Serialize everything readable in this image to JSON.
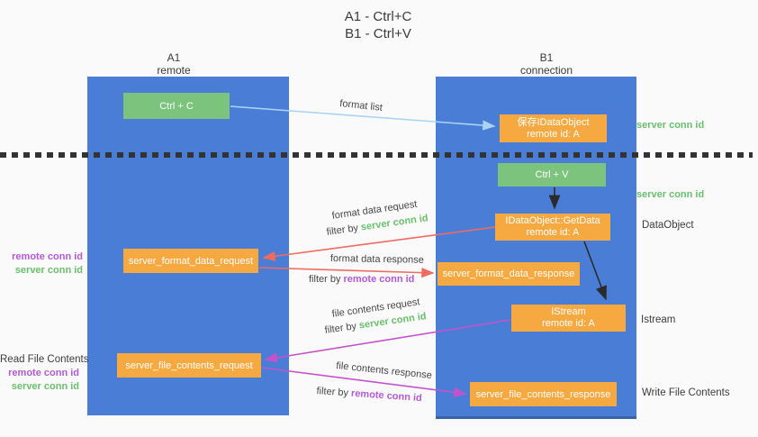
{
  "title": {
    "line1": "A1 - Ctrl+C",
    "line2": "B1 - Ctrl+V"
  },
  "columns": {
    "a1": {
      "title": "A1",
      "subtitle": "remote"
    },
    "b1": {
      "title": "B1",
      "subtitle": "connection"
    }
  },
  "nodes": {
    "ctrl_c": {
      "label": "Ctrl + C"
    },
    "save_dataobject": {
      "line1": "保存IDataObject",
      "line2": "remote id: A"
    },
    "ctrl_v": {
      "label": "Ctrl + V"
    },
    "getdata": {
      "line1": "IDataObject::GetData",
      "line2": "remote id: A"
    },
    "server_format_data_request": {
      "label": "server_format_data_request"
    },
    "server_format_data_response": {
      "label": "server_format_data_response"
    },
    "istream": {
      "line1": "IStream",
      "line2": "remote id: A"
    },
    "server_file_contents_request": {
      "label": "server_file_contents_request"
    },
    "server_file_contents_response": {
      "label": "server_file_contents_response"
    }
  },
  "arrows": {
    "format_list": {
      "label": "format list",
      "color": "#a9d4f5"
    },
    "format_data_request": {
      "label": "format data request",
      "filter_prefix": "filter by",
      "filter_id": "server conn id",
      "color": "#ef6b60"
    },
    "format_data_response": {
      "label": "format data response",
      "filter_prefix": "filter by",
      "filter_id": "remote conn id",
      "color": "#ef6b60"
    },
    "file_contents_request": {
      "label": "file contents request",
      "filter_prefix": "filter by",
      "filter_id": "server conn id",
      "color": "#c453cb"
    },
    "file_contents_response": {
      "label": "file contents response",
      "filter_prefix": "filter by",
      "filter_id": "remote conn id",
      "color": "#c453cb"
    }
  },
  "side_labels": {
    "server_conn_id_top_right": "server conn id",
    "server_conn_id_mid_right": "server conn id",
    "dataobject": "DataObject",
    "istream": "Istream",
    "write_file_contents": "Write File Contents",
    "read_file_contents": "Read File Contents",
    "left_remote_conn_id_1": "remote conn id",
    "left_server_conn_id_1": "server conn id",
    "left_remote_conn_id_2": "remote conn id",
    "left_server_conn_id_2": "server conn id"
  },
  "colors": {
    "column_blue": "#4a7ed6",
    "column_bottom_edge": "#3a62a8",
    "node_orange": "#f7a941",
    "node_green": "#7cc47e",
    "conn_id_green": "#68c06c",
    "conn_id_purple": "#b459d6",
    "arrow_red": "#ef6b60",
    "arrow_magenta": "#c453cb",
    "arrow_lightblue": "#a9d4f5",
    "arrow_black": "#2b2b2b",
    "dotted_divider": "#333333"
  }
}
